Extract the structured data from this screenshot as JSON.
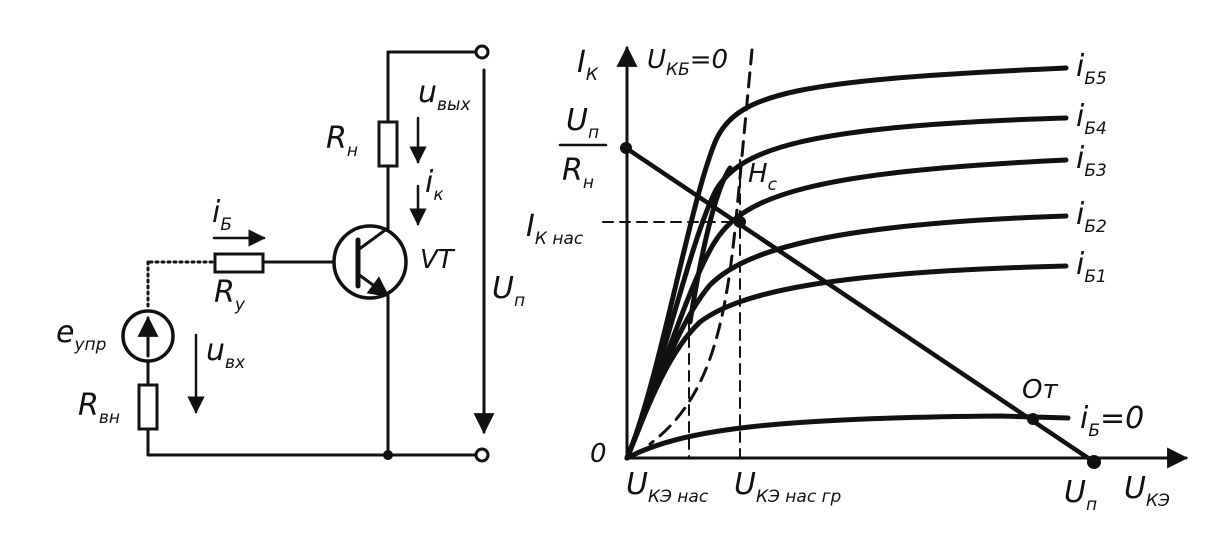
{
  "circuit": {
    "ib": "i",
    "ib_sub": "Б",
    "ry": "R",
    "ry_sub": "у",
    "rn": "R",
    "rn_sub": "н",
    "u_out": "u",
    "u_out_sub": "вых",
    "ik": "i",
    "ik_sub": "к",
    "vt": "VT",
    "un": "U",
    "un_sub": "п",
    "e": "e",
    "e_sub": "упр",
    "u_in": "u",
    "u_in_sub": "вх",
    "rvn": "R",
    "rvn_sub": "вн"
  },
  "chart": {
    "y_axis": "I",
    "y_axis_sub": "К",
    "ukb": "U",
    "ukb_sub": "КБ",
    "ukb_tail": "=0",
    "frac_top": "U",
    "frac_top_sub": "п",
    "frac_bot": "R",
    "frac_bot_sub": "н",
    "iknas": "I",
    "iknas_sub": "К нас",
    "origin": "0",
    "hc": "Н",
    "hc_sub": "с",
    "ot": "От",
    "x_tick1": "U",
    "x_tick1_sub": "КЭ нас",
    "x_tick2": "U",
    "x_tick2_sub": "КЭ нас гр",
    "x_un": "U",
    "x_un_sub": "п",
    "x_axis": "U",
    "x_axis_sub": "КЭ",
    "curves": [
      {
        "name": "i",
        "sub": "Б5",
        "tail": ""
      },
      {
        "name": "i",
        "sub": "Б4",
        "tail": ""
      },
      {
        "name": "i",
        "sub": "Б3",
        "tail": ""
      },
      {
        "name": "i",
        "sub": "Б2",
        "tail": ""
      },
      {
        "name": "i",
        "sub": "Б1",
        "tail": ""
      },
      {
        "name": "i",
        "sub": "Б",
        "tail": "=0"
      }
    ]
  }
}
